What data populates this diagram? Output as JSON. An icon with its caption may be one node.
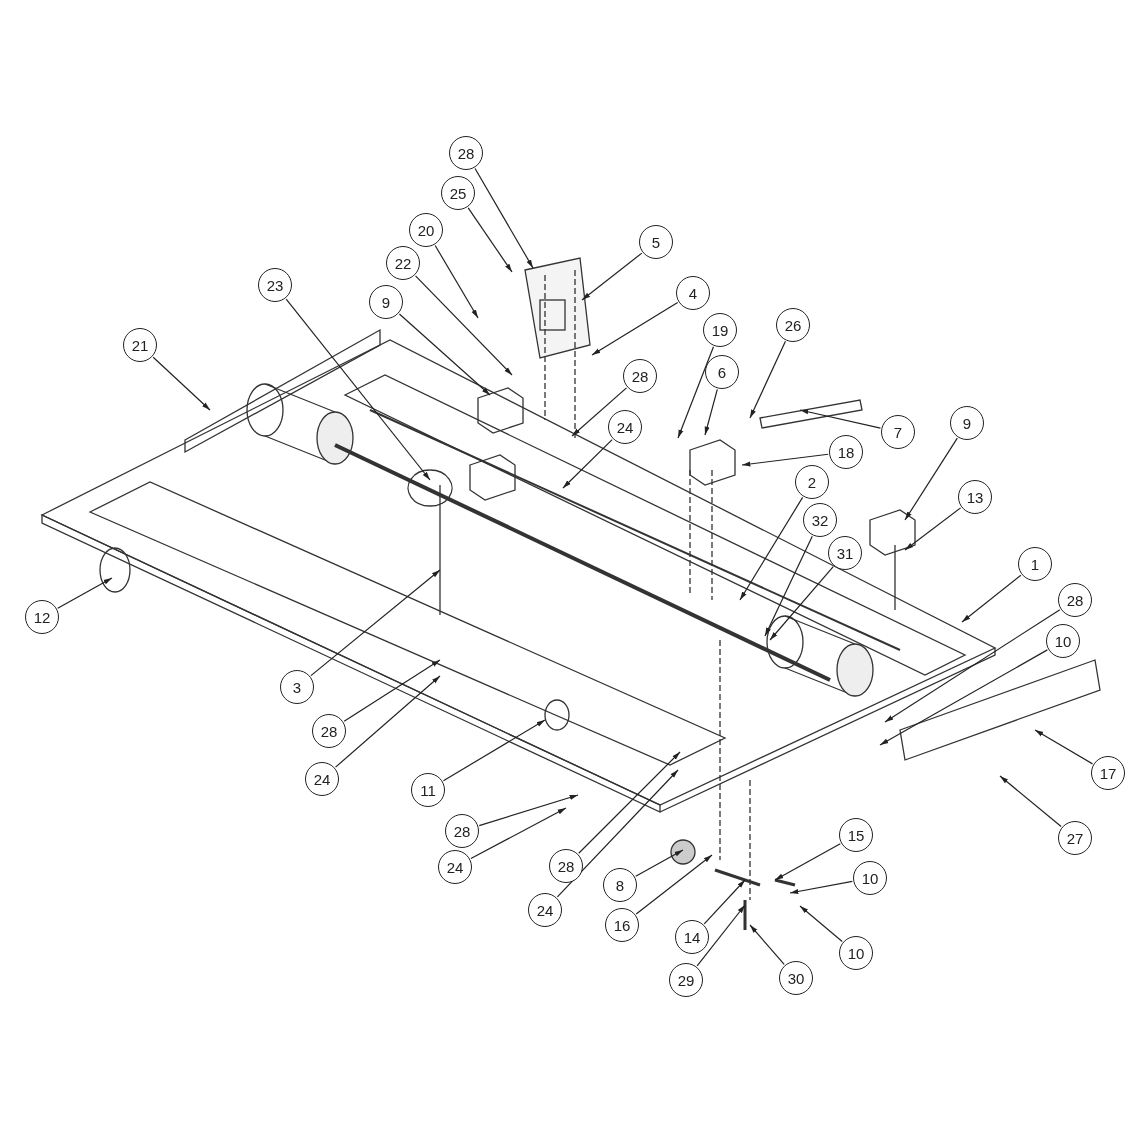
{
  "diagram": {
    "nodes": [
      {
        "text": [
          "28"
        ]
      },
      {
        "text": [
          "25"
        ]
      },
      {
        "text": [
          "20"
        ]
      },
      {
        "text": [
          "22"
        ]
      },
      {
        "text": [
          "5"
        ]
      },
      {
        "text": [
          "4"
        ]
      },
      {
        "text": [
          "23"
        ]
      },
      {
        "text": [
          "9"
        ]
      },
      {
        "text": [
          "21"
        ]
      },
      {
        "text": [
          "28"
        ]
      },
      {
        "text": [
          "24"
        ]
      },
      {
        "text": [
          "19"
        ]
      },
      {
        "text": [
          "6"
        ]
      },
      {
        "text": [
          "26"
        ]
      },
      {
        "text": [
          "7"
        ]
      },
      {
        "text": [
          "18"
        ]
      },
      {
        "text": [
          "9"
        ]
      },
      {
        "text": [
          "13"
        ]
      },
      {
        "text": [
          "2"
        ]
      },
      {
        "text": [
          "32"
        ]
      },
      {
        "text": [
          "31"
        ]
      },
      {
        "text": [
          "1"
        ]
      },
      {
        "text": [
          "28"
        ]
      },
      {
        "text": [
          "10"
        ]
      },
      {
        "text": [
          "17"
        ]
      },
      {
        "text": [
          "27"
        ]
      },
      {
        "text": [
          "12"
        ]
      },
      {
        "text": [
          "3"
        ]
      },
      {
        "text": [
          "28"
        ]
      },
      {
        "text": [
          "24"
        ]
      },
      {
        "text": [
          "11"
        ]
      },
      {
        "text": [
          "28"
        ]
      },
      {
        "text": [
          "24"
        ]
      },
      {
        "text": [
          "28"
        ]
      },
      {
        "text": [
          "24"
        ]
      },
      {
        "text": [
          "15"
        ]
      },
      {
        "text": [
          "10"
        ]
      },
      {
        "text": [
          "10"
        ]
      },
      {
        "text": [
          "8"
        ]
      },
      {
        "text": [
          "16"
        ]
      },
      {
        "text": [
          "14"
        ]
      },
      {
        "text": [
          "29"
        ]
      },
      {
        "text": [
          "30"
        ]
      }
    ],
    "edges": [
      {
        "from": 0,
        "to": null,
        "arrow": "to"
      },
      {
        "from": 1,
        "to": null,
        "arrow": "to"
      },
      {
        "from": 2,
        "to": null,
        "arrow": "to"
      },
      {
        "from": 3,
        "to": null,
        "arrow": "to"
      },
      {
        "from": 4,
        "to": null,
        "arrow": "to"
      },
      {
        "from": 5,
        "to": null,
        "arrow": "to"
      },
      {
        "from": 6,
        "to": null,
        "arrow": "to"
      },
      {
        "from": 7,
        "to": null,
        "arrow": "to"
      },
      {
        "from": 8,
        "to": null,
        "arrow": "to"
      },
      {
        "from": 9,
        "to": null,
        "arrow": "to"
      },
      {
        "from": 10,
        "to": null,
        "arrow": "to"
      },
      {
        "from": 11,
        "to": null,
        "arrow": "to"
      },
      {
        "from": 12,
        "to": null,
        "arrow": "to"
      },
      {
        "from": 13,
        "to": null,
        "arrow": "to"
      },
      {
        "from": 14,
        "to": null,
        "arrow": "to"
      },
      {
        "from": 15,
        "to": null,
        "arrow": "to"
      },
      {
        "from": 16,
        "to": null,
        "arrow": "to"
      },
      {
        "from": 17,
        "to": null,
        "arrow": "to"
      },
      {
        "from": 18,
        "to": null,
        "arrow": "to"
      },
      {
        "from": 19,
        "to": null,
        "arrow": "to"
      },
      {
        "from": 20,
        "to": null,
        "arrow": "to"
      },
      {
        "from": 21,
        "to": null,
        "arrow": "to"
      },
      {
        "from": 22,
        "to": null,
        "arrow": "to"
      },
      {
        "from": 23,
        "to": null,
        "arrow": "to"
      },
      {
        "from": 24,
        "to": null,
        "arrow": "to"
      },
      {
        "from": 25,
        "to": null,
        "arrow": "to"
      },
      {
        "from": 26,
        "to": null,
        "arrow": "to"
      },
      {
        "from": 27,
        "to": null,
        "arrow": "to"
      },
      {
        "from": 28,
        "to": null,
        "arrow": "to"
      },
      {
        "from": 29,
        "to": null,
        "arrow": "to"
      },
      {
        "from": 30,
        "to": null,
        "arrow": "to"
      },
      {
        "from": 31,
        "to": null,
        "arrow": "to"
      },
      {
        "from": 32,
        "to": null,
        "arrow": "to"
      },
      {
        "from": 33,
        "to": null,
        "arrow": "to"
      },
      {
        "from": 34,
        "to": null,
        "arrow": "to"
      },
      {
        "from": 35,
        "to": null,
        "arrow": "to"
      },
      {
        "from": 36,
        "to": null,
        "arrow": "to"
      },
      {
        "from": 37,
        "to": null,
        "arrow": "to"
      },
      {
        "from": 38,
        "to": null,
        "arrow": "to"
      },
      {
        "from": 39,
        "to": null,
        "arrow": "to"
      },
      {
        "from": 40,
        "to": null,
        "arrow": "to"
      },
      {
        "from": 41,
        "to": null,
        "arrow": "to"
      },
      {
        "from": 42,
        "to": null,
        "arrow": "to"
      }
    ]
  }
}
